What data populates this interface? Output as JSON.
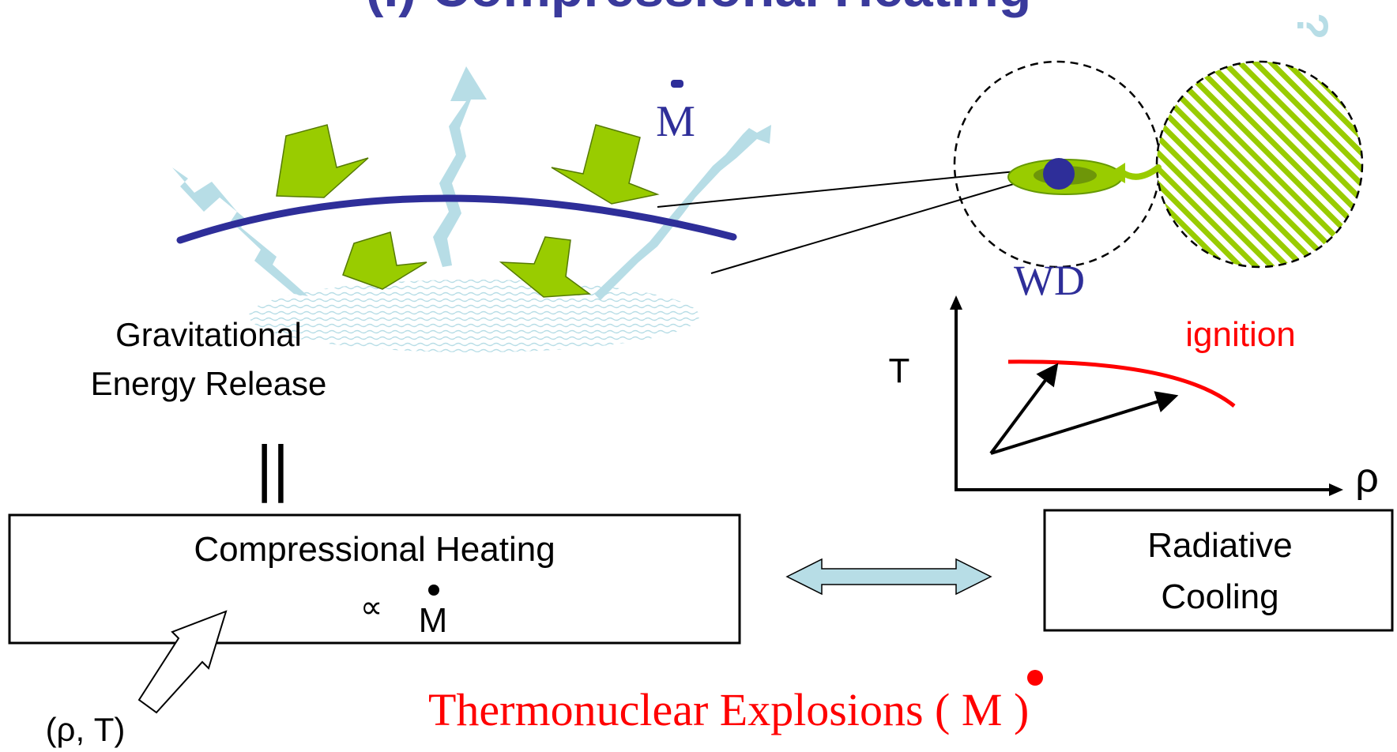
{
  "title": "(I) Compressional Heating",
  "colors": {
    "title": "#3a3a9c",
    "wd_blue": "#2e2e99",
    "green_arrow": "#99cc00",
    "light_blue": "#b7dde6",
    "red": "#ff0000",
    "black": "#000000"
  },
  "labels": {
    "mdot_top": "M",
    "wd": "WD",
    "gravitational_line1": "Gravitational",
    "gravitational_line2": "Energy  Release",
    "equals": "||",
    "compressional_heating": "Compressional  Heating",
    "proportional": "∝",
    "mdot_box": "M",
    "rho_t": "(ρ, T)",
    "radiative_line1": "Radiative",
    "radiative_line2": "Cooling",
    "thermonuclear_prefix": "Thermonuclear Explosions ( ",
    "thermonuclear_mdot": "M",
    "thermonuclear_suffix": " )",
    "ignition": "ignition",
    "axis_t": "T",
    "axis_rho": "ρ",
    "question_mark": "?"
  }
}
